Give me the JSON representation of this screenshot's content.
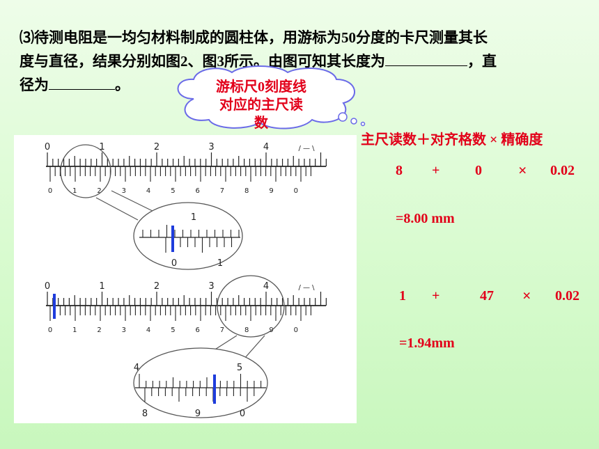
{
  "question": {
    "line1": "⑶待测电阻是一均匀材料制成的圆柱体，用游标为50分度的卡尺测量其长",
    "line2a": "度与直径，结果分别如图2、图3所示。由图可知其长度为",
    "line2b": "，直",
    "line3a": "径为",
    "line3b": "。"
  },
  "bubble": {
    "line1": "游标尺0刻度线",
    "line2": "对应的主尺读",
    "line3": "数"
  },
  "formula": {
    "header": "主尺读数＋对齐格数 × 精确度",
    "row1": {
      "main": "8",
      "plus": "+",
      "count": "0",
      "times": "×",
      "precision": "0.02"
    },
    "result1": "=8.00   mm",
    "row2": {
      "main": "1",
      "plus": "+",
      "count": "47",
      "times": "×",
      "precision": "0.02"
    },
    "result2": "=1.94mm"
  },
  "figure": {
    "fig2_main_labels": [
      "0",
      "1",
      "2",
      "3",
      "4"
    ],
    "fig3_main_labels": [
      "0",
      "1",
      "2",
      "3",
      "4"
    ],
    "fig2_zoom_main": "1",
    "fig2_zoom_vernier": [
      "0",
      "1"
    ],
    "fig3_zoom_main": [
      "4",
      "5"
    ],
    "fig3_zoom_vernier": [
      "8",
      "9",
      "0"
    ],
    "accent": "#1e3cdc"
  }
}
